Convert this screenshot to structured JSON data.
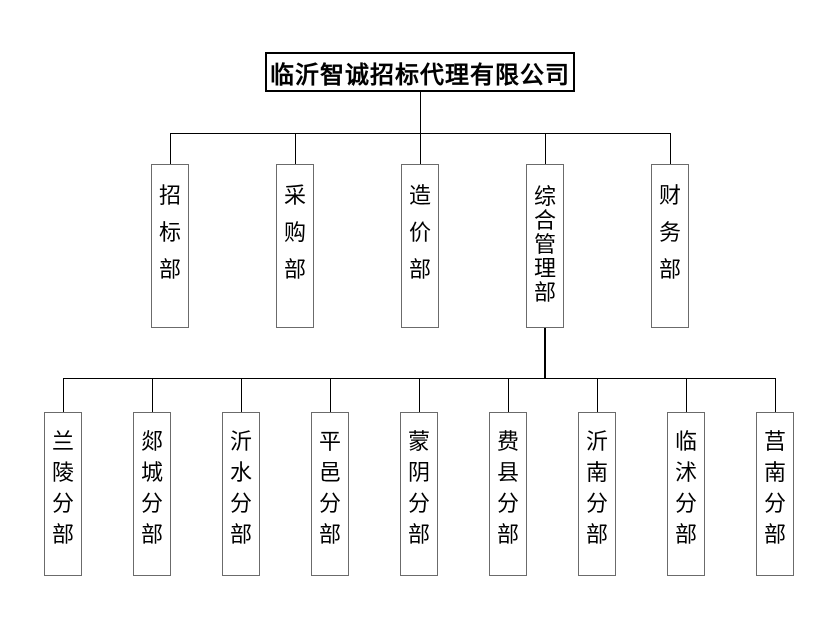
{
  "title": "临沂智诚招标代理有限公司",
  "departments": [
    {
      "label": "招标部"
    },
    {
      "label": "采购部"
    },
    {
      "label": "造价部"
    },
    {
      "label": "综合管理部"
    },
    {
      "label": "财务部"
    }
  ],
  "branches": [
    {
      "label": "兰陵分部"
    },
    {
      "label": "郯城分部"
    },
    {
      "label": "沂水分部"
    },
    {
      "label": "平邑分部"
    },
    {
      "label": "蒙阴分部"
    },
    {
      "label": "费县分部"
    },
    {
      "label": "沂南分部"
    },
    {
      "label": "临沭分部"
    },
    {
      "label": "莒南分部"
    }
  ],
  "colors": {
    "background": "#ffffff",
    "line": "#000000",
    "box_border": "#6b6b6b",
    "text": "#000000"
  }
}
